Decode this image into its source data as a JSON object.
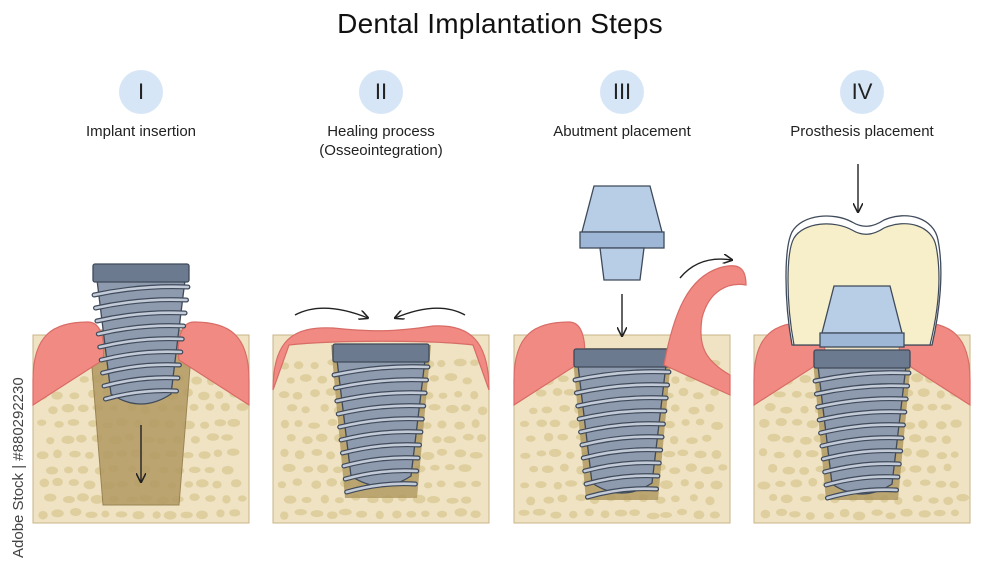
{
  "title": "Dental Implantation Steps",
  "steps": [
    {
      "number": "I",
      "label": "Implant insertion",
      "sublabel": ""
    },
    {
      "number": "II",
      "label": "Healing process",
      "sublabel": "(Osseointegration)"
    },
    {
      "number": "III",
      "label": "Abutment placement",
      "sublabel": ""
    },
    {
      "number": "IV",
      "label": "Prosthesis placement",
      "sublabel": ""
    }
  ],
  "watermark": "Adobe Stock | #880292230",
  "colors": {
    "gum": "#f08a82",
    "gum_light": "#f6b3ab",
    "bone": "#efe3c3",
    "bone_spot": "#dfcf9f",
    "socket": "#b29a62",
    "metal": "#8e9aad",
    "metal_dark": "#6c7a8f",
    "abutment": "#b8cde6",
    "crown": "#f7efc9",
    "step_circle": "#d7e6f7"
  }
}
